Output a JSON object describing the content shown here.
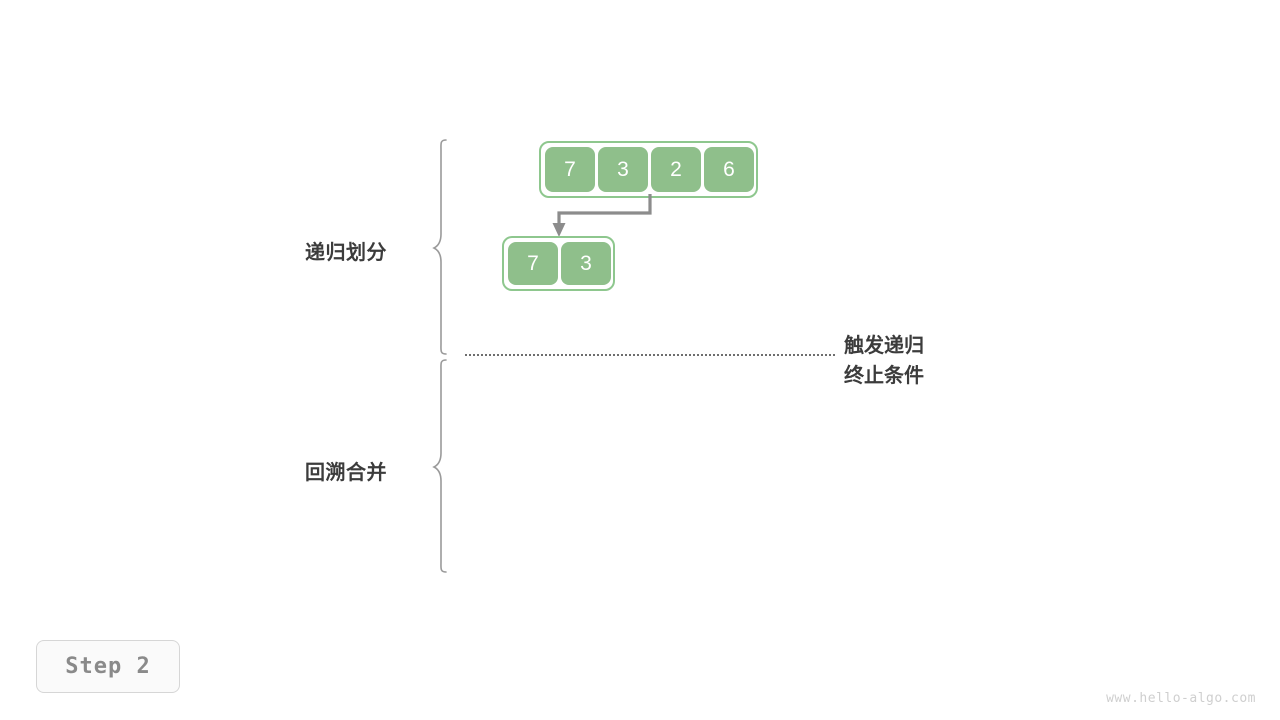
{
  "diagram": {
    "title": "merge-sort-step-2",
    "phases": [
      {
        "id": "divide",
        "label": "递归划分"
      },
      {
        "id": "merge",
        "label": "回溯合并"
      }
    ],
    "arrays": [
      {
        "id": "array-top",
        "level": 0,
        "values": [
          "7",
          "3",
          "2",
          "6"
        ]
      },
      {
        "id": "array-sub",
        "level": 1,
        "values": [
          "7",
          "3"
        ]
      }
    ],
    "annotation": {
      "line1": "触发递归",
      "line2": "终止条件"
    },
    "step_badge": "Step 2",
    "watermark": "www.hello-algo.com",
    "colors": {
      "cell_fill": "#8fbf8b",
      "cell_text": "#ffffff",
      "group_border": "#8ec78e",
      "arrow": "#8c8c8c",
      "label_text": "#3c3c3c",
      "dotted_line": "#6e6e6e",
      "badge_text": "#8a8a8a",
      "watermark_text": "#cfcfcf",
      "background": "#ffffff"
    }
  }
}
